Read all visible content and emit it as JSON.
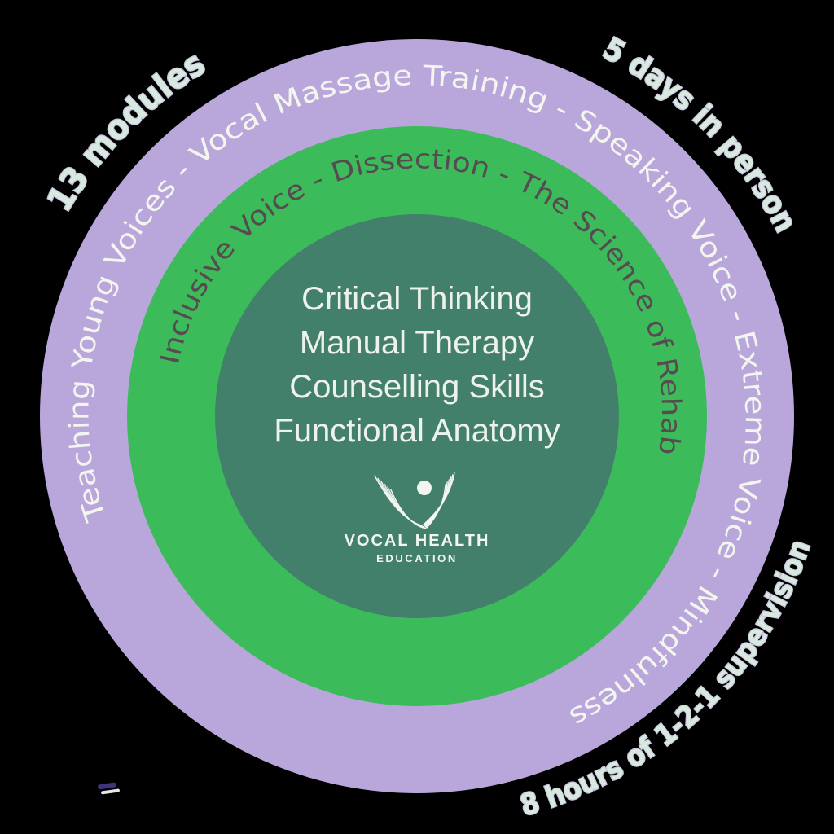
{
  "title": "Vocal Health Education course wheel diagram",
  "colors": {
    "background": "#000000",
    "purple_ring": "#b9a7dc",
    "green_ring": "#3cbb5a",
    "center_circle": "#43806b",
    "purple_ring_text": "#f3f5ef",
    "green_ring_text": "#574b51",
    "center_text": "#edf2ec",
    "outer_text": "#d8e9df",
    "logo_color": "#f2f5f0",
    "artifact_purple": "#41317e"
  },
  "outer_labels": {
    "top_left": "13 modules",
    "top_right": "5 days in person",
    "bottom_right": "8 hours of 1-2-1 supervision"
  },
  "purple_ring_text": "Teaching Young Voices  -  Vocal Massage Training  -  Speaking Voice  -  Extreme Voice  -  Mindfulness",
  "green_ring_text": "Inclusive Voice  -  Dissection  -  The Science of Rehab",
  "center_lines": [
    "Critical Thinking",
    "Manual Therapy",
    "Counselling Skills",
    "Functional Anatomy"
  ],
  "logo": {
    "line1": "VOCAL HEALTH",
    "line2": "EDUCATION"
  }
}
